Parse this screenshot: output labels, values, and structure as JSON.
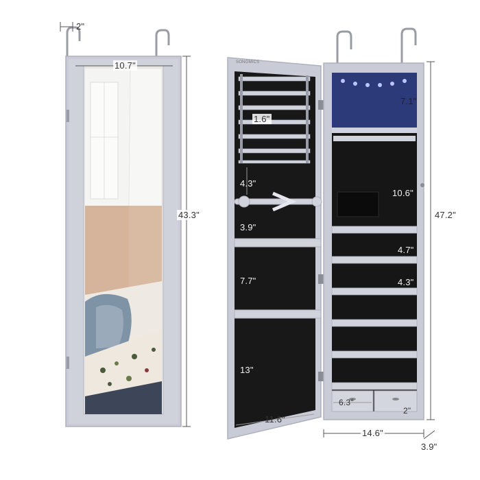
{
  "product": {
    "brand_mark": "SONGMICS"
  },
  "dimensions": {
    "hook_gap": "2\"",
    "mirror_width": "10.7\"",
    "closed_height": "43.3\"",
    "overall_height": "47.2\"",
    "top_shelf": "7.1\"",
    "door_row_spacing": "1.6\"",
    "door_upper_gap": "4.3\"",
    "door_middle_gap": "3.9\"",
    "door_lower_gap": "7.7\"",
    "door_bottom": "13\"",
    "door_width": "11.6\"",
    "cabinet_upper": "10.6\"",
    "cabinet_shelf_1": "4.7\"",
    "cabinet_shelf_2": "4.3\"",
    "drawer_width": "6.3\"",
    "drawer_height": "2\"",
    "cabinet_width": "14.6\"",
    "depth": "3.9\""
  },
  "colors": {
    "frame": "#c9cbd6",
    "frame_shadow": "#aeb0bd",
    "interior": "#161616",
    "led_panel": "#2c3a7a",
    "line": "#5a5a5a"
  }
}
